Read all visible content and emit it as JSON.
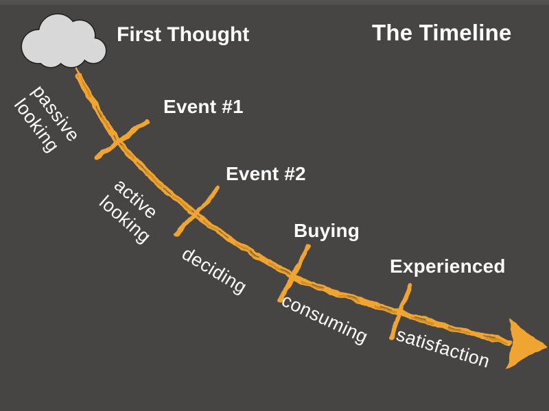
{
  "slide": {
    "title": "The Timeline",
    "start_label": "First Thought",
    "background_color": "#474544",
    "arrow_color": "#f0a530",
    "text_color": "#ffffff",
    "cloud_fill": "#d8d8d8",
    "cloud_outline": "#1f1f1f"
  },
  "icons": {
    "cloud": "thought-cloud",
    "arrow": "hand-drawn-curved-arrow"
  },
  "milestones": [
    {
      "label": "Event #1"
    },
    {
      "label": "Event #2"
    },
    {
      "label": "Buying"
    },
    {
      "label": "Experienced"
    }
  ],
  "phases": [
    {
      "label": "passive\nlooking"
    },
    {
      "label": "active\nlooking"
    },
    {
      "label": "deciding"
    },
    {
      "label": "consuming"
    },
    {
      "label": "satisfaction"
    }
  ]
}
